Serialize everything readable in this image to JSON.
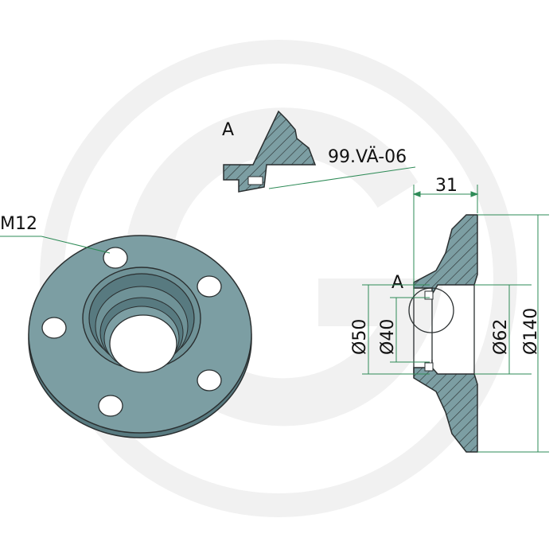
{
  "labels": {
    "thread": "M12",
    "detail_ref": "A",
    "section_ref": "A",
    "part_number": "99.VÄ-06",
    "width": "31",
    "dia_50": "Ø50",
    "dia_40": "Ø40",
    "dia_62": "Ø62",
    "dia_140": "Ø140"
  },
  "colors": {
    "part_fill": "#7c9ea3",
    "part_dark": "#587a80",
    "outline": "#2a2f30",
    "dim_line": "#2e8b57",
    "watermark": "#f1f1f1"
  },
  "watermark": {
    "icon": "g-logo-watermark"
  }
}
